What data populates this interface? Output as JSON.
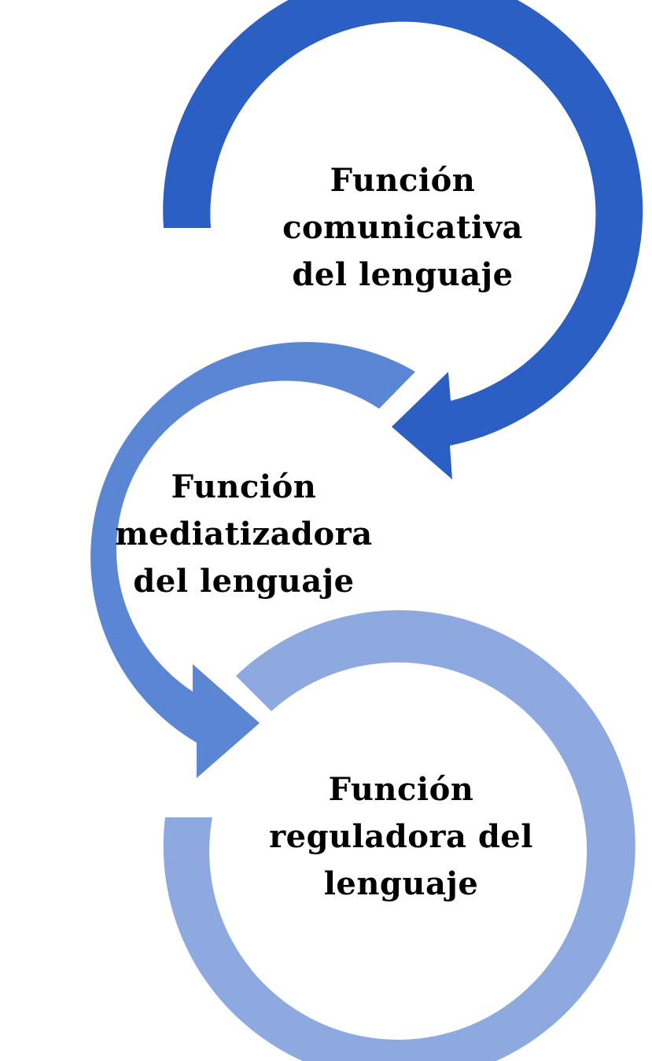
{
  "diagram": {
    "type": "cycle",
    "colors": {
      "ring_1": "#2B5FC4",
      "ring_2": "#5B86D4",
      "ring_3": "#8DA9E0",
      "text": "#000000",
      "background": "#FFFFFF"
    },
    "nodes": [
      {
        "id": "funcion-comunicativa",
        "lines": [
          "Función",
          "comunicativa",
          "del lenguaje"
        ]
      },
      {
        "id": "funcion-mediatizadora",
        "lines": [
          "Función",
          "mediatizadora",
          "del lenguaje"
        ]
      },
      {
        "id": "funcion-reguladora",
        "lines": [
          "Función",
          "reguladora del",
          "lenguaje"
        ]
      }
    ],
    "edges": [
      {
        "from": "funcion-comunicativa",
        "to": "funcion-mediatizadora"
      },
      {
        "from": "funcion-mediatizadora",
        "to": "funcion-reguladora"
      }
    ]
  }
}
